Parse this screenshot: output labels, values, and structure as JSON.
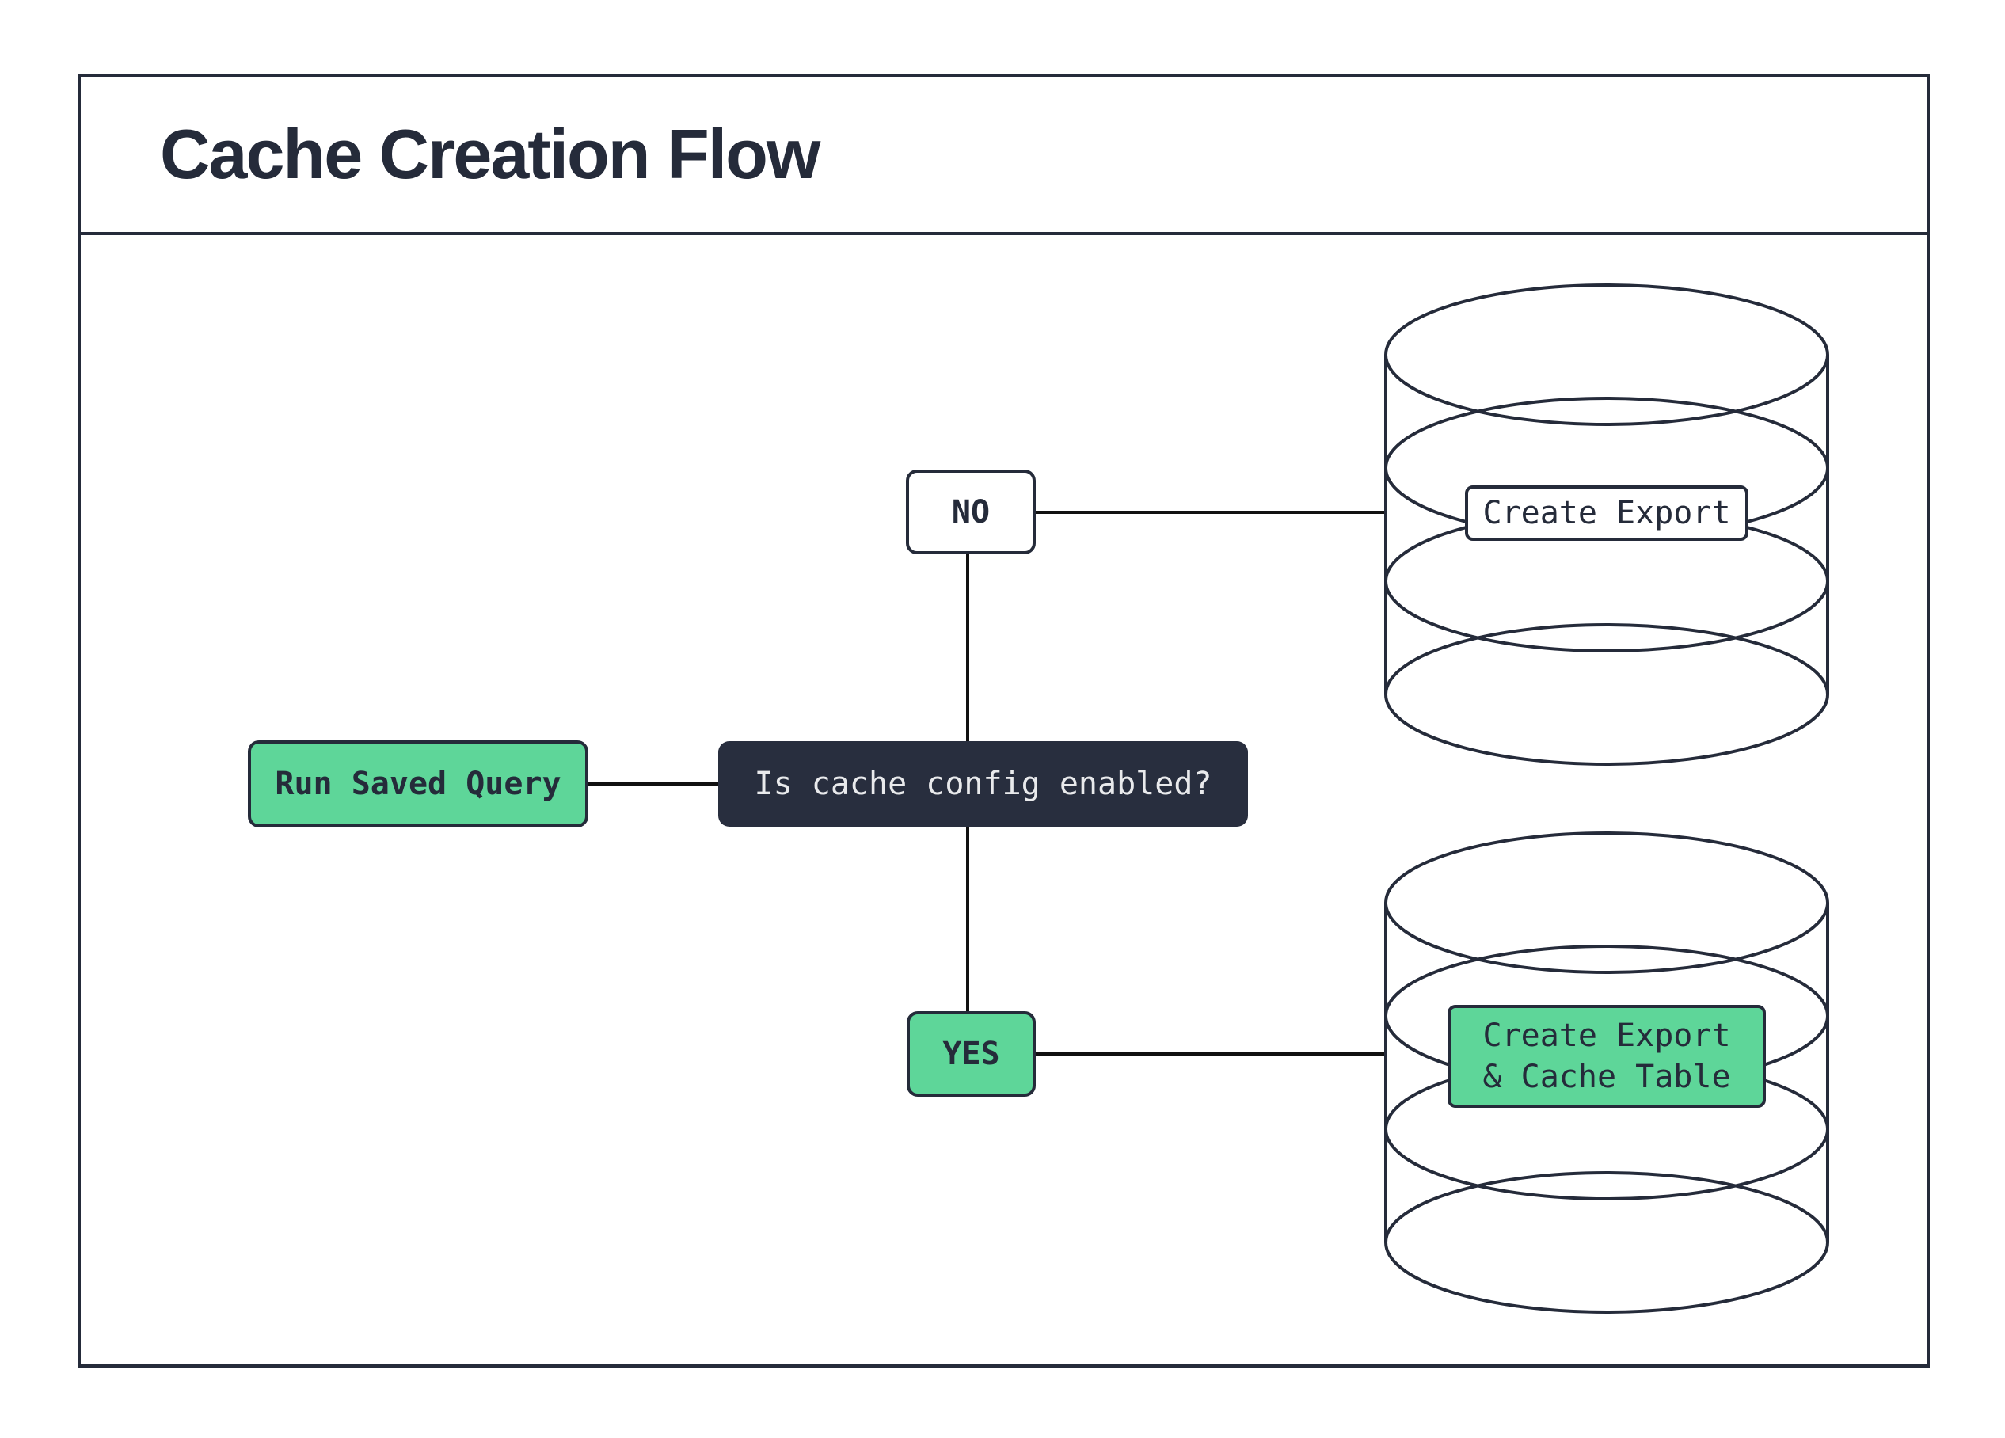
{
  "header": {
    "title": "Cache Creation Flow"
  },
  "flow": {
    "start": {
      "label": "Run Saved Query"
    },
    "decision": {
      "label": "Is cache config enabled?"
    },
    "branch_no": {
      "label": "NO"
    },
    "branch_yes": {
      "label": "YES"
    },
    "outcome_no": {
      "label": "Create Export",
      "icon": "database-cylinder-icon"
    },
    "outcome_yes": {
      "lines": [
        "Create Export",
        "& Cache Table"
      ],
      "icon": "database-cylinder-icon"
    }
  },
  "colors": {
    "ink": "#252B3A",
    "connector": "#111111",
    "accent_green": "#5ED699",
    "decision_bg": "#282E3E",
    "decision_text": "#E9EAEC",
    "background": "#FFFFFF"
  }
}
